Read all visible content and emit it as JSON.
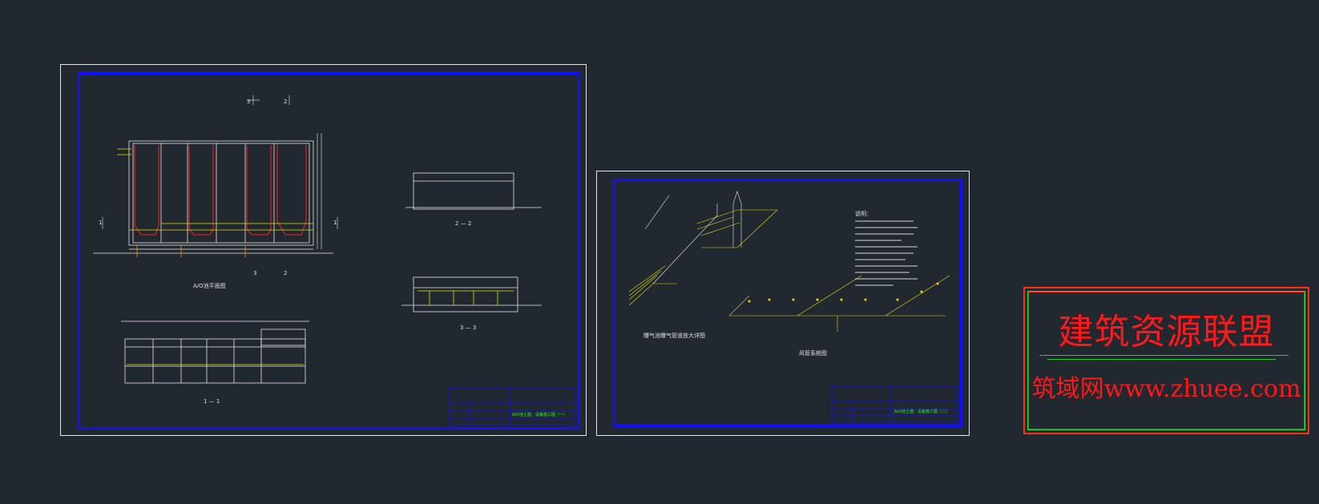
{
  "sheet1": {
    "plan_title": "A/O池平面图",
    "section_1": "1 — 1",
    "section_2": "2 — 2",
    "section_3": "3 — 3",
    "tb_drawing_name": "A/O池土建、设备施工图（一）",
    "marks": {
      "n1": "1",
      "n2": "2",
      "n3": "3"
    }
  },
  "sheet2": {
    "iso_title": "曝气池曝气管道放大详图",
    "air_title": "风管系统图",
    "notes_heading": "说明：",
    "tb_drawing_name": "A/O池土建、设备施工图（二）"
  },
  "stamp": {
    "title": "建筑资源联盟",
    "url": "筑域网www.zhuee.com"
  },
  "colors": {
    "background": "#222830",
    "frame_blue": "#1010ff",
    "stamp_red": "#ff1818",
    "stamp_green": "#20d020"
  }
}
